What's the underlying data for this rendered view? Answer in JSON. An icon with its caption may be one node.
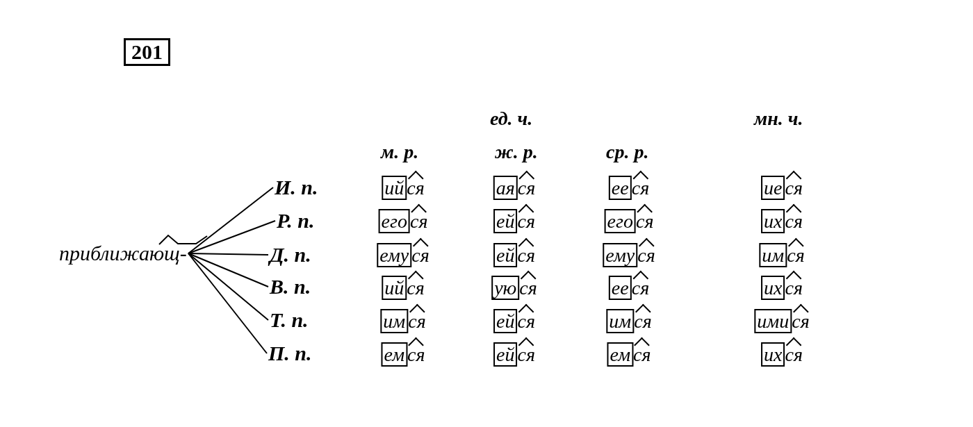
{
  "diagram": {
    "title": "201",
    "nodes": [
      {
        "text": [
          "приближающ-"
        ]
      },
      {
        "text": [
          "И. п."
        ]
      },
      {
        "text": [
          "Р. п."
        ]
      },
      {
        "text": [
          "Д. п."
        ]
      },
      {
        "text": [
          "В. п."
        ]
      },
      {
        "text": [
          "Т. п."
        ]
      },
      {
        "text": [
          "П. п."
        ]
      }
    ],
    "edges": [
      {
        "from": 0,
        "to": 1,
        "arrow": "none"
      },
      {
        "from": 0,
        "to": 2,
        "arrow": "none"
      },
      {
        "from": 0,
        "to": 3,
        "arrow": "none"
      },
      {
        "from": 0,
        "to": 4,
        "arrow": "none"
      },
      {
        "from": 0,
        "to": 5,
        "arrow": "none"
      },
      {
        "from": 0,
        "to": 6,
        "arrow": "none"
      }
    ],
    "labels": [
      "ед. ч.",
      "мн. ч.",
      "м. р.",
      "ж. р.",
      "ср. р.",
      "ийся",
      "аяся",
      "ееся",
      "иеся",
      "егося",
      "ейся",
      "егося",
      "ихся",
      "емуся",
      "ейся",
      "емуся",
      "имся",
      "ийся",
      "уюся",
      "ееся",
      "ихся",
      "имся",
      "ейся",
      "имся",
      "имися",
      "емся",
      "ейся",
      "емся",
      "ихся"
    ]
  }
}
